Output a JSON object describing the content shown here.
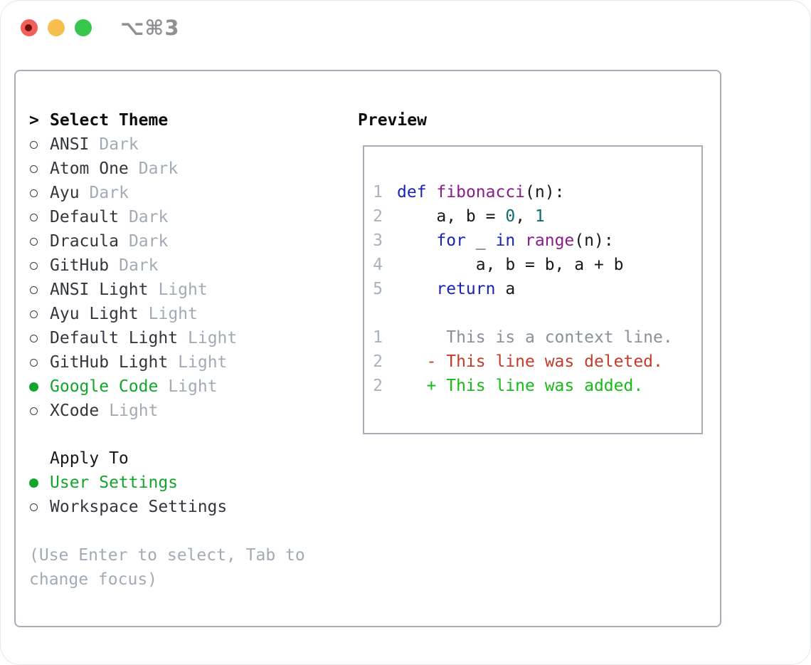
{
  "window": {
    "title": "⌥⌘3"
  },
  "colors": {
    "accent_green": "#12a52c",
    "added_green": "#17bb17",
    "deleted_red": "#c43b2a",
    "keyword_blue": "#1a23b8",
    "function_purple": "#8b1c8b",
    "number_teal": "#0d6d6d",
    "text_dark": "#33373d",
    "muted_gray": "#a2abb5",
    "gutter_gray": "#a9b2bd",
    "context_gray": "#8a9099",
    "border_gray": "#a7aeb8",
    "traffic_red": "#f0605a",
    "traffic_yellow": "#f6be4f",
    "traffic_green": "#38c74e"
  },
  "theme_panel": {
    "header_prefix": ">",
    "header": "Select Theme",
    "items": [
      {
        "name": "ANSI",
        "variant": "Dark",
        "selected": false
      },
      {
        "name": "Atom One",
        "variant": "Dark",
        "selected": false
      },
      {
        "name": "Ayu",
        "variant": "Dark",
        "selected": false
      },
      {
        "name": "Default",
        "variant": "Dark",
        "selected": false
      },
      {
        "name": "Dracula",
        "variant": "Dark",
        "selected": false
      },
      {
        "name": "GitHub",
        "variant": "Dark",
        "selected": false
      },
      {
        "name": "ANSI Light",
        "variant": "Light",
        "selected": false
      },
      {
        "name": "Ayu Light",
        "variant": "Light",
        "selected": false
      },
      {
        "name": "Default Light",
        "variant": "Light",
        "selected": false
      },
      {
        "name": "GitHub Light",
        "variant": "Light",
        "selected": false
      },
      {
        "name": "Google Code",
        "variant": "Light",
        "selected": true
      },
      {
        "name": "XCode",
        "variant": "Light",
        "selected": false
      }
    ],
    "apply_to": {
      "header": "Apply To",
      "options": [
        {
          "label": "User Settings",
          "selected": true
        },
        {
          "label": "Workspace Settings",
          "selected": false
        }
      ]
    },
    "hint": "(Use Enter to select, Tab to change focus)"
  },
  "preview": {
    "header": "Preview",
    "code_lines": [
      {
        "num": "1",
        "tokens": [
          {
            "t": "def",
            "c": "kw"
          },
          {
            "t": " ",
            "c": "plain"
          },
          {
            "t": "fibonacci",
            "c": "fn"
          },
          {
            "t": "(n):",
            "c": "plain"
          }
        ]
      },
      {
        "num": "2",
        "tokens": [
          {
            "t": "    a, b = ",
            "c": "plain"
          },
          {
            "t": "0",
            "c": "num"
          },
          {
            "t": ", ",
            "c": "plain"
          },
          {
            "t": "1",
            "c": "num"
          }
        ]
      },
      {
        "num": "3",
        "tokens": [
          {
            "t": "    ",
            "c": "plain"
          },
          {
            "t": "for",
            "c": "kw"
          },
          {
            "t": " _ ",
            "c": "plain"
          },
          {
            "t": "in",
            "c": "kw"
          },
          {
            "t": " ",
            "c": "plain"
          },
          {
            "t": "range",
            "c": "fn"
          },
          {
            "t": "(n):",
            "c": "plain"
          }
        ]
      },
      {
        "num": "4",
        "tokens": [
          {
            "t": "        a, b = b, a + b",
            "c": "plain"
          }
        ]
      },
      {
        "num": "5",
        "tokens": [
          {
            "t": "    ",
            "c": "plain"
          },
          {
            "t": "return",
            "c": "kw"
          },
          {
            "t": " a",
            "c": "plain"
          }
        ]
      }
    ],
    "diff_lines": [
      {
        "num": "1",
        "type": "context",
        "text": "     This is a context line."
      },
      {
        "num": "2",
        "type": "deleted",
        "text": "   - This line was deleted."
      },
      {
        "num": "2",
        "type": "added",
        "text": "   + This line was added."
      }
    ]
  }
}
